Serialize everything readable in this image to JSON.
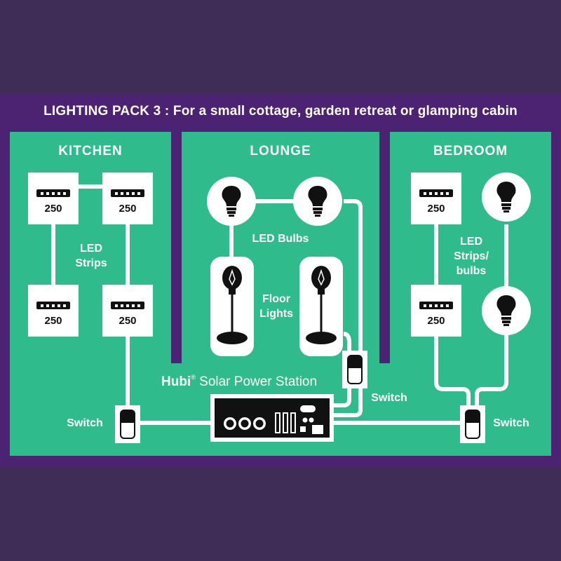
{
  "title": "LIGHTING PACK 3 : For a small cottage, garden retreat or glamping cabin",
  "rooms": {
    "kitchen": {
      "title": "KITCHEN",
      "label_line1": "LED",
      "label_line2": "Strips",
      "strips": [
        "250",
        "250",
        "250",
        "250"
      ],
      "switch_label": "Switch"
    },
    "lounge": {
      "title": "LOUNGE",
      "bulbs_label": "LED Bulbs",
      "floor_line1": "Floor",
      "floor_line2": "Lights",
      "switch_label": "Switch"
    },
    "bedroom": {
      "title": "BEDROOM",
      "label_line1": "LED",
      "label_line2": "Strips/",
      "label_line3": "bulbs",
      "strips": [
        "250",
        "250"
      ],
      "switch_label": "Switch"
    }
  },
  "station": {
    "brand": "Hubi",
    "trademark": "®",
    "name": "Solar Power Station"
  },
  "colors": {
    "background": "#3f2d57",
    "band": "#4b2372",
    "panel": "#30bb8c",
    "wire": "#ffffff",
    "device": "#111111"
  }
}
